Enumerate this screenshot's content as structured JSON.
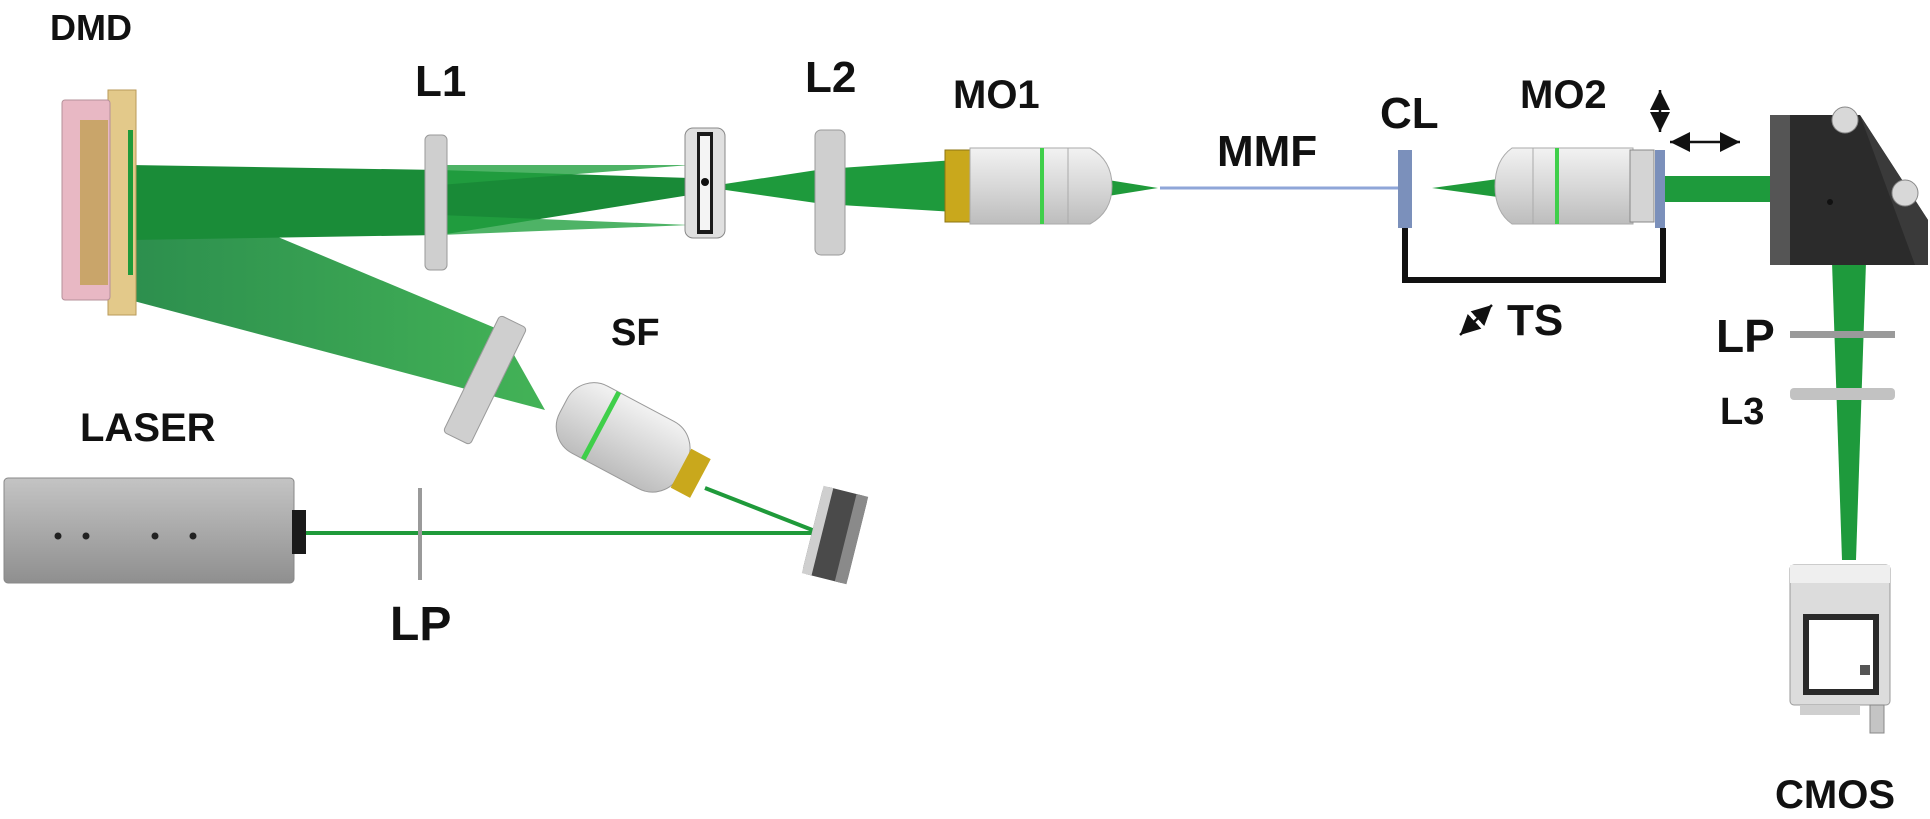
{
  "labels": {
    "dmd": "DMD",
    "l1": "L1",
    "l2": "L2",
    "mo1": "MO1",
    "mmf": "MMF",
    "cl": "CL",
    "mo2": "MO2",
    "ts": "TS",
    "sf": "SF",
    "laser": "LASER",
    "lp_laser": "LP",
    "lp_detection": "LP",
    "l3": "L3",
    "cmos": "CMOS"
  },
  "colors": {
    "beam": "#1f9a3a",
    "fiber": "#8fa6d8",
    "lens": "#c9c9c9",
    "stage": "#111111",
    "housing": "#a9a9a9",
    "mirror_block": "#2b2b2b",
    "objective_band": "#3fcf4a",
    "objective_collar": "#c9a81c",
    "dmd_frame": "#e3c98a",
    "dmd_chip": "#e8b8c4",
    "cl_plate": "#7b90bb"
  }
}
